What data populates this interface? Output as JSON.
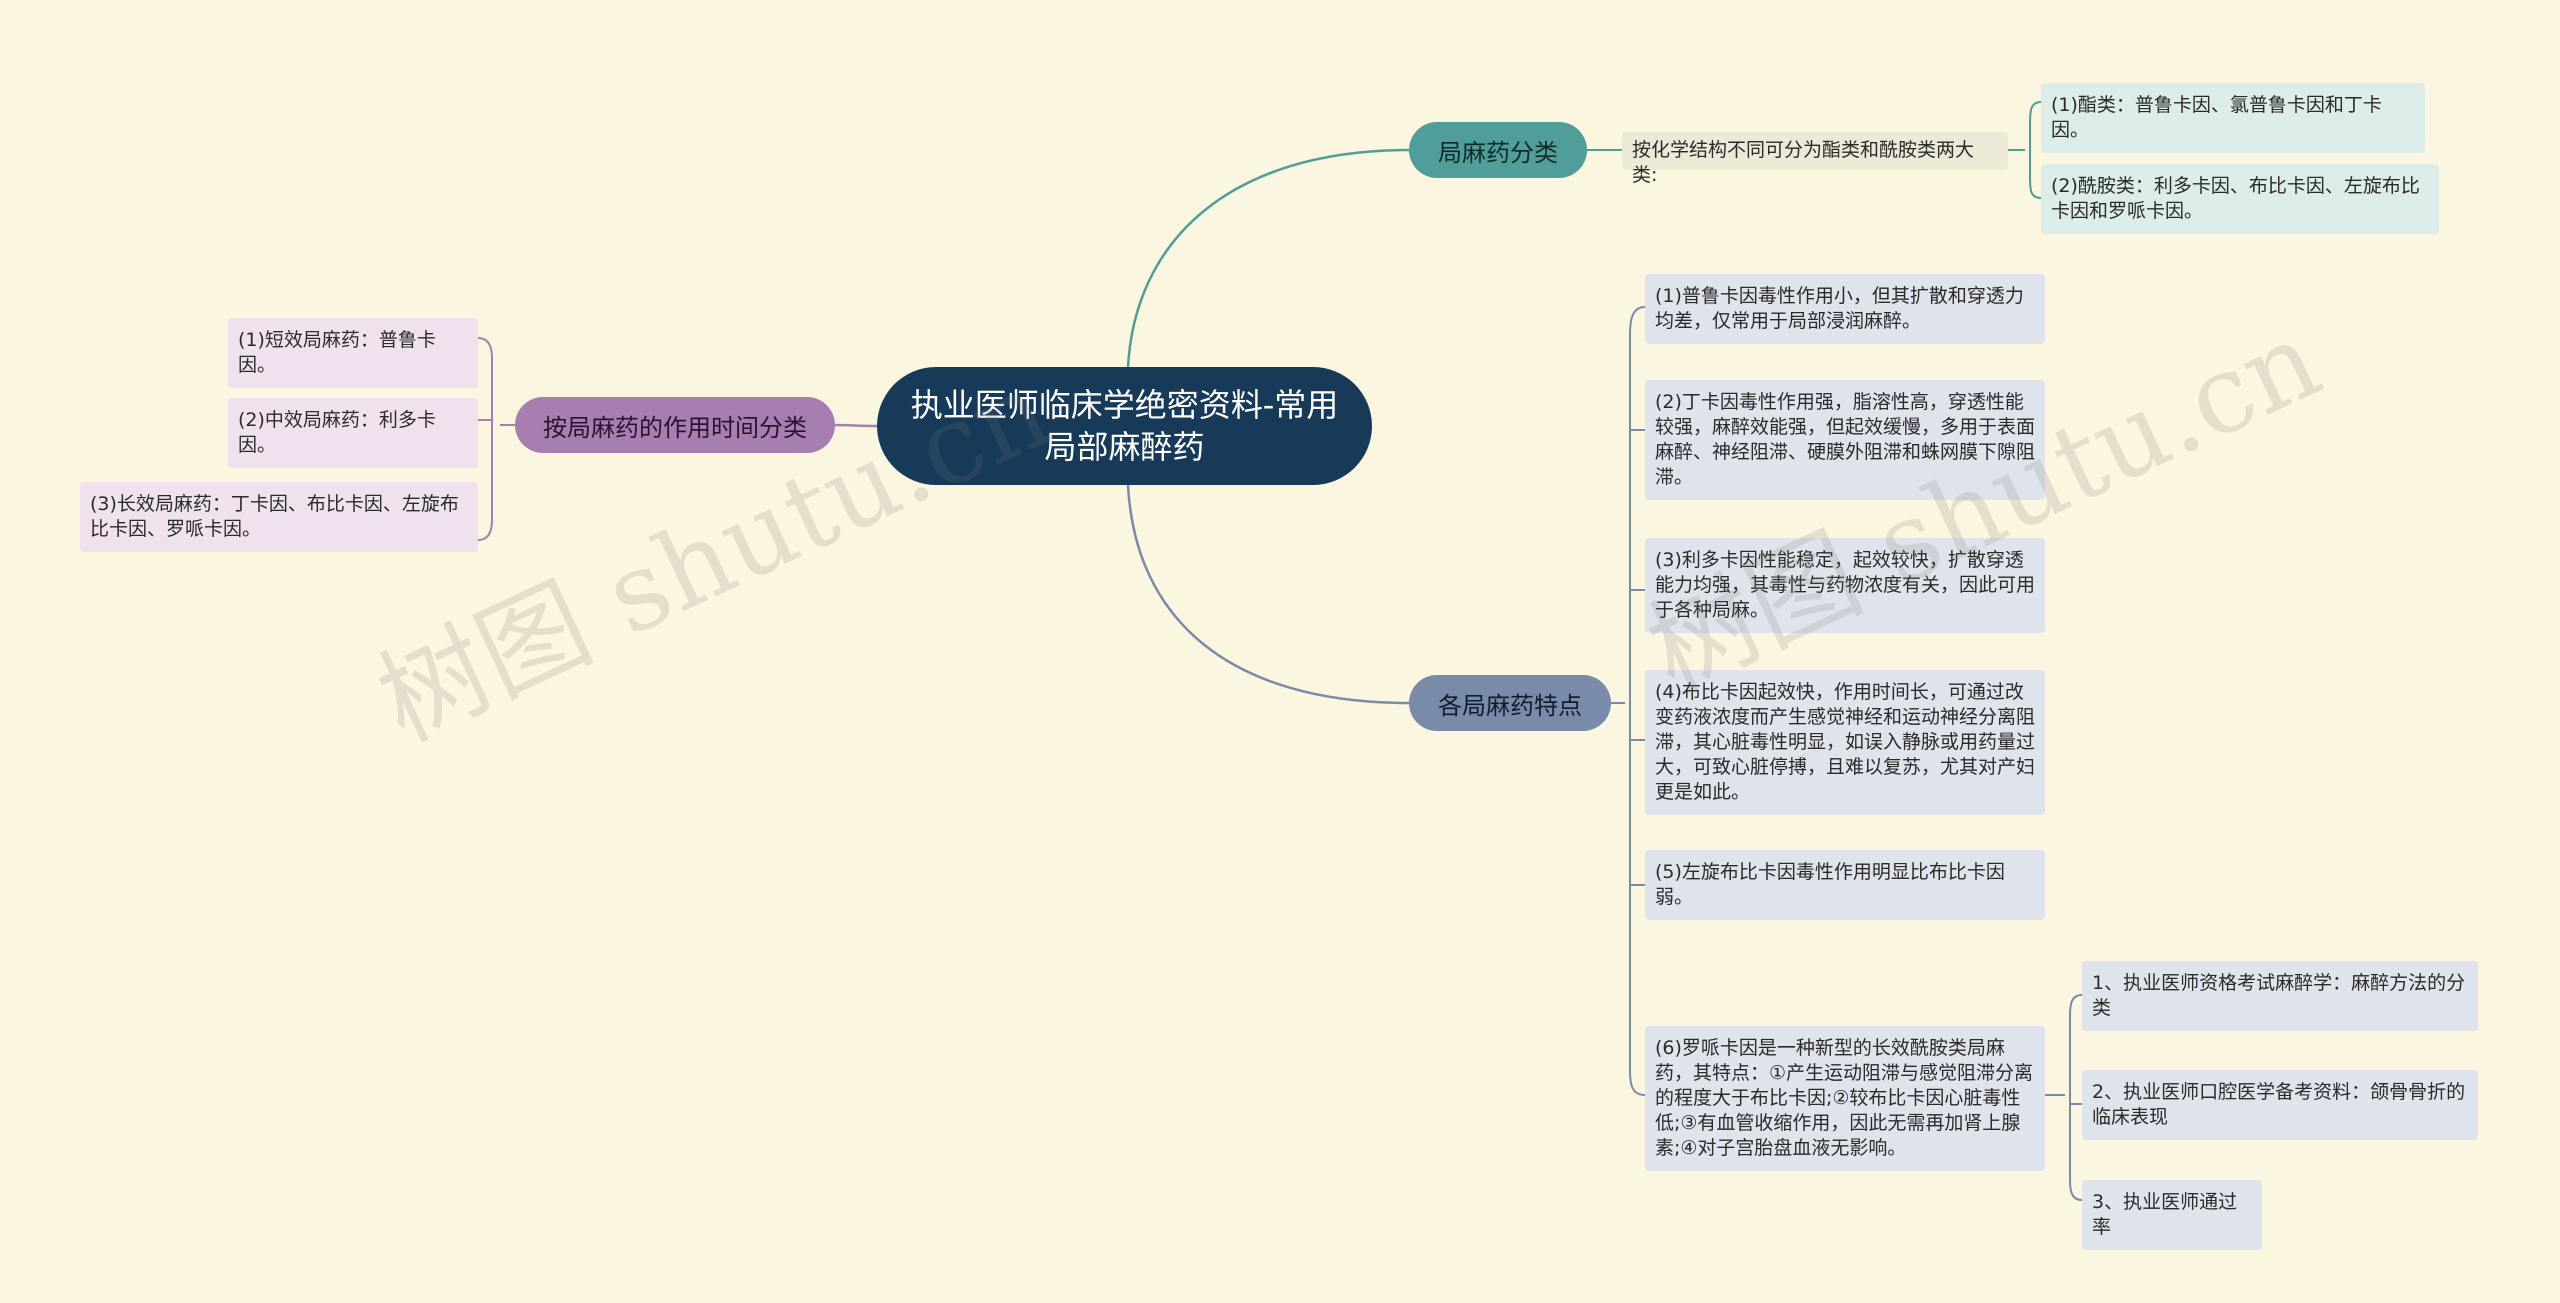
{
  "mindmap": {
    "root": "执业医师临床学绝密资料-常用局部麻醉药",
    "branch_class": {
      "label": "局麻药分类",
      "child": "按化学结构不同可分为酯类和酰胺类两大类:",
      "items": [
        "(1)酯类：普鲁卡因、氯普鲁卡因和丁卡因。",
        "(2)酰胺类：利多卡因、布比卡因、左旋布比卡因和罗哌卡因。"
      ]
    },
    "branch_features": {
      "label": "各局麻药特点",
      "items": [
        "(1)普鲁卡因毒性作用小，但其扩散和穿透力均差，仅常用于局部浸润麻醉。",
        "(2)丁卡因毒性作用强，脂溶性高，穿透性能较强，麻醉效能强，但起效缓慢，多用于表面麻醉、神经阻滞、硬膜外阻滞和蛛网膜下隙阻滞。",
        "(3)利多卡因性能稳定，起效较快，扩散穿透能力均强，其毒性与药物浓度有关，因此可用于各种局麻。",
        "(4)布比卡因起效快，作用时间长，可通过改变药液浓度而产生感觉神经和运动神经分离阻滞，其心脏毒性明显，如误入静脉或用药量过大，可致心脏停搏，且难以复苏，尤其对产妇更是如此。",
        "(5)左旋布比卡因毒性作用明显比布比卡因弱。",
        "(6)罗哌卡因是一种新型的长效酰胺类局麻药，其特点：①产生运动阻滞与感觉阻滞分离的程度大于布比卡因;②较布比卡因心脏毒性低;③有血管收缩作用，因此无需再加肾上腺素;④对子宫胎盘血液无影响。"
      ],
      "related": [
        "1、执业医师资格考试麻醉学：麻醉方法的分类",
        "2、执业医师口腔医学备考资料：颌骨骨折的临床表现",
        "3、执业医师通过率"
      ]
    },
    "branch_time": {
      "label": "按局麻药的作用时间分类",
      "items": [
        "(1)短效局麻药：普鲁卡因。",
        "(2)中效局麻药：利多卡因。",
        "(3)长效局麻药：丁卡因、布比卡因、左旋布比卡因、罗哌卡因。"
      ]
    }
  },
  "watermark": "树图 shutu.cn",
  "colors": {
    "background": "#fbf6df",
    "root": "#173a59",
    "class": "#4f9e99",
    "features": "#7a8aa9",
    "time": "#a67fb0"
  }
}
